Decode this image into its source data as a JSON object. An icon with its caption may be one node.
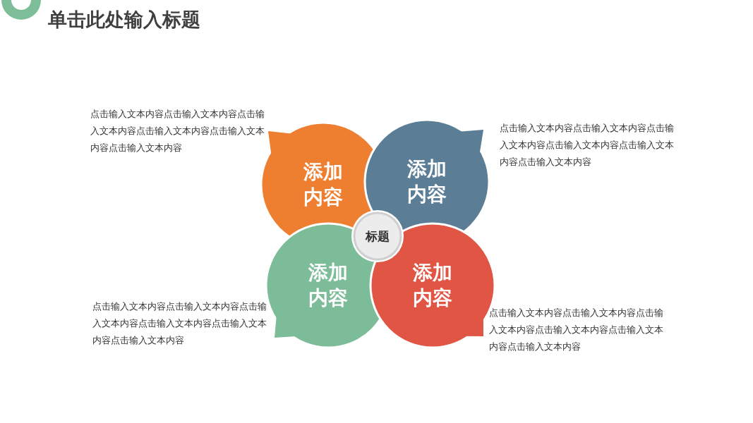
{
  "diagram": {
    "title": "单击此处输入标题",
    "nodes": [
      {
        "text": [
          "添加内容"
        ],
        "beside": [
          "点击输入文本内容点击输入文本内容点击输入文本内容点击输入文本内容点击输入文本内容点击输入文本内容"
        ]
      },
      {
        "text": [
          "添加内容"
        ],
        "beside": [
          "点击输入文本内容点击输入文本内容点击输入文本内容点击输入文本内容点击输入文本内容点击输入文本内容"
        ]
      },
      {
        "text": [
          "标题"
        ]
      },
      {
        "text": [
          "添加内容"
        ],
        "beside": [
          "点击输入文本内容点击输入文本内容点击输入文本内容点击输入文本内容点击输入文本内容点击输入文本内容"
        ]
      },
      {
        "text": [
          "添加内容"
        ],
        "beside": [
          "点击输入文本内容点击输入文本内容点击输入文本内容点击输入文本内容点击输入文本内容点击输入文本内容"
        ]
      }
    ],
    "edges": []
  }
}
